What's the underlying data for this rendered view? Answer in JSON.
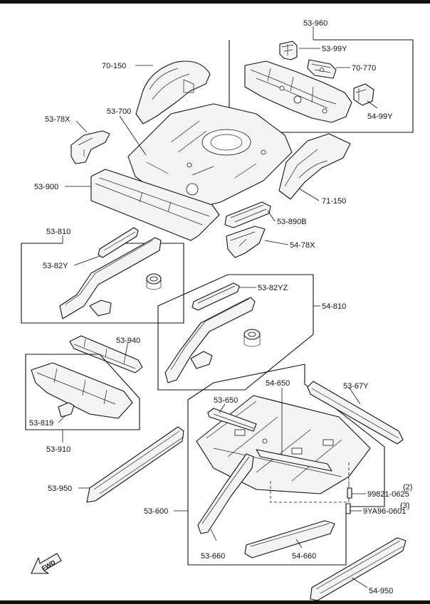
{
  "labels": {
    "p53_960": "53-960",
    "p53_99Y": "53-99Y",
    "p70_770": "70-770",
    "p54_99Y": "54-99Y",
    "p70_150": "70-150",
    "p53_78X": "53-78X",
    "p53_700": "53-700",
    "p53_900": "53-900",
    "p71_150": "71-150",
    "p53_890B": "53-890B",
    "p54_78X": "54-78X",
    "p53_810": "53-810",
    "p53_82Y": "53-82Y",
    "p53_82YZ": "53-82YZ",
    "p54_810": "54-810",
    "p53_940": "53-940",
    "p53_819": "53-819",
    "p53_910": "53-910",
    "p54_650": "54-650",
    "p53_650": "53-650",
    "p53_67Y": "53-67Y",
    "p53_950": "53-950",
    "p53_600": "53-600",
    "p99821": "99821-0625",
    "q2": "(2)",
    "p9YA96": "9YA96-0601",
    "q3": "(3)",
    "p53_660": "53-660",
    "p54_660": "54-660",
    "p54_950": "54-950",
    "fwd": "FWD"
  }
}
